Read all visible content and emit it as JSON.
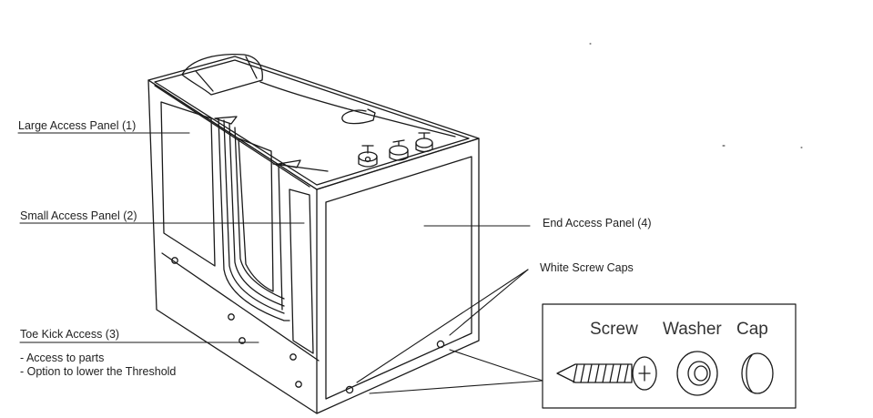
{
  "labels": {
    "large_panel": "Large Access Panel (1)",
    "small_panel": "Small Access Panel (2)",
    "toe_kick": "Toe Kick Access (3)",
    "toe_note_1": "- Access to parts",
    "toe_note_2": "- Option to lower the Threshold",
    "end_panel": "End Access Panel (4)",
    "screw_caps": "White Screw Caps"
  },
  "inset": {
    "screw": "Screw",
    "washer": "Washer",
    "cap": "Cap"
  },
  "colors": {
    "line": "#1a1a1a",
    "background": "#ffffff"
  }
}
